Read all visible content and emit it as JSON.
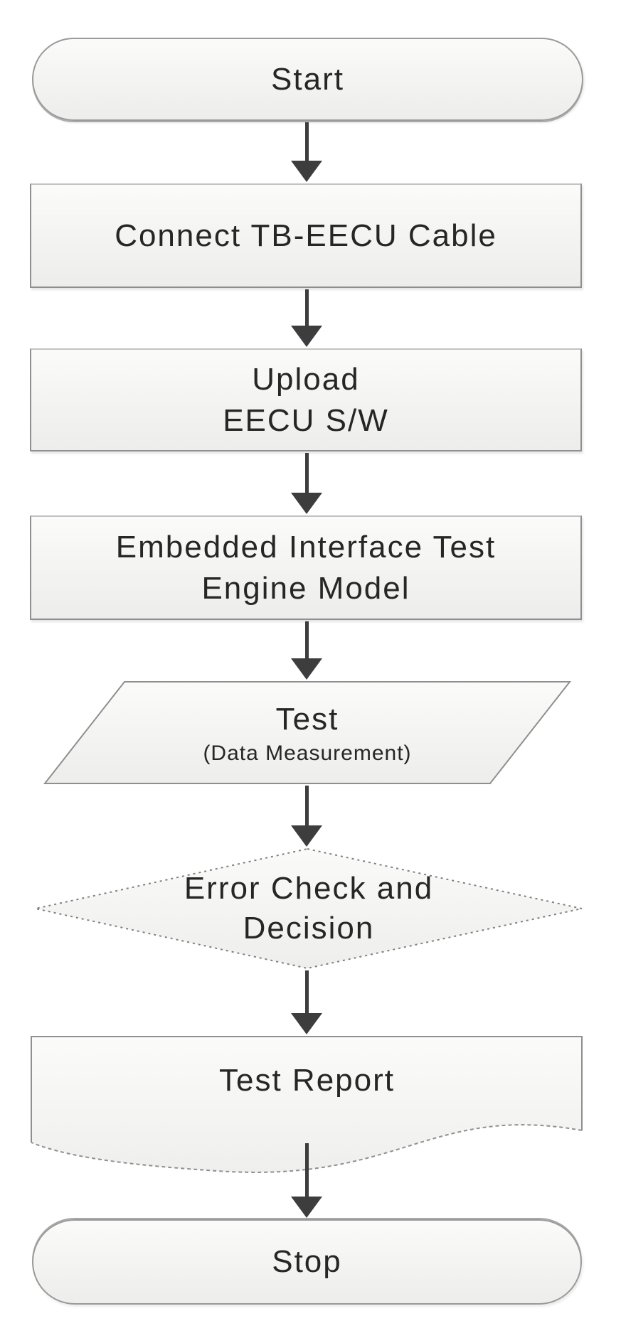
{
  "flowchart": {
    "nodes": {
      "start": {
        "label": "Start"
      },
      "connect_cable": {
        "label": "Connect TB-EECU Cable"
      },
      "upload_sw": {
        "lines": [
          "Upload",
          "EECU S/W"
        ]
      },
      "embedded_model": {
        "lines": [
          "Embedded Interface Test",
          "Engine Model"
        ]
      },
      "test": {
        "label": "Test",
        "sublabel": "(Data Measurement)"
      },
      "error_check": {
        "lines": [
          "Error Check and",
          "Decision"
        ]
      },
      "test_report": {
        "label": "Test Report"
      },
      "stop": {
        "label": "Stop"
      }
    },
    "colors": {
      "node_fill": "#f3f3f1",
      "node_border": "#8f8f8f",
      "diamond_border_dotted": "#808080",
      "arrow": "#3d3d3d",
      "text": "#262626",
      "background": "#ffffff"
    }
  }
}
